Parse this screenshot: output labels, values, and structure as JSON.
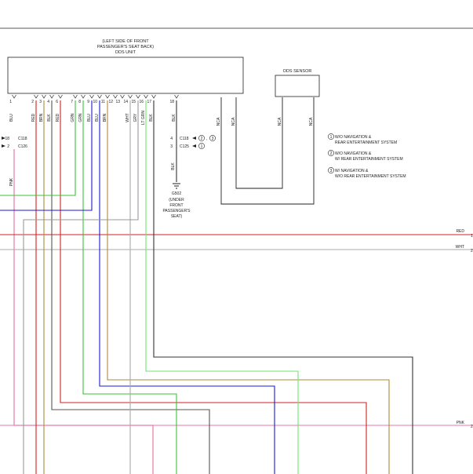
{
  "dds_unit": {
    "location": [
      "(LEFT SIDE OF FRONT",
      "PASSENGER'S SEAT BACK)"
    ],
    "name": "DDS UNIT"
  },
  "ods_sensor": {
    "name": "ODS SENSOR"
  },
  "pins": [
    {
      "num": "1",
      "wire": "BLU",
      "color": "#1a1ad6"
    },
    {
      "num": "2",
      "wire": "RED",
      "color": "#d42020"
    },
    {
      "num": "3",
      "wire": "BRN",
      "color": "#b08a3a"
    },
    {
      "num": "4",
      "wire": "BLK",
      "color": "#555555"
    },
    {
      "num": "6",
      "wire": "RED",
      "color": "#d42020"
    },
    {
      "num": "7",
      "wire": "GRN",
      "color": "#3ac23a"
    },
    {
      "num": "8",
      "wire": "GRN",
      "color": "#3ac23a"
    },
    {
      "num": "9",
      "wire": "BLU",
      "color": "#1a1ad6"
    },
    {
      "num": "10",
      "wire": "BLU",
      "color": "#1a1ad6"
    },
    {
      "num": "11",
      "wire": "BRN",
      "color": "#b08a3a"
    },
    {
      "num": "12",
      "wire": "",
      "color": "#888888"
    },
    {
      "num": "13",
      "wire": "",
      "color": "#888888"
    },
    {
      "num": "14",
      "wire": "WHT",
      "color": "#aaaaaa"
    },
    {
      "num": "15",
      "wire": "GRY",
      "color": "#999999"
    },
    {
      "num": "16",
      "wire": "LT GRN",
      "color": "#6de86d"
    },
    {
      "num": "17",
      "wire": "BLK",
      "color": "#333333"
    },
    {
      "num": "18",
      "wire": "BLK",
      "color": "#333333"
    }
  ],
  "nca": [
    "NCA",
    "NCA",
    "NCA",
    "NCA"
  ],
  "left_connector": {
    "pin_a": "18",
    "conn_a": "C118",
    "pin_b": "2",
    "conn_b": "C126",
    "wire": "PNK"
  },
  "right_connector": {
    "pin_a": "4",
    "conn_a": "C118",
    "ref_a": "2",
    "ref_a2": "3",
    "pin_b": "3",
    "conn_b": "C125",
    "ref_b": "1",
    "wire": "BLK"
  },
  "ground": {
    "name": "G502",
    "location": [
      "(UNDER",
      "FRONT",
      "PASSENGER'S",
      "SEAT)"
    ]
  },
  "legend": [
    {
      "ref": "1",
      "lines": [
        "W/O NAVIGATION &",
        "REAR ENTERTAINMENT SYSTEM"
      ]
    },
    {
      "ref": "2",
      "lines": [
        "W/O NAVIGATION &",
        "W/ REAR ENTERTAINMENT SYSTEM"
      ]
    },
    {
      "ref": "3",
      "lines": [
        "W/ NAVIGATION &",
        "W/O REAR ENTERTAINMENT SYSTEM"
      ]
    }
  ],
  "buses": [
    {
      "label": "RED",
      "num": "1",
      "color": "#d42020"
    },
    {
      "label": "WHT",
      "num": "2",
      "color": "#aaaaaa"
    },
    {
      "label": "PNK",
      "num": "2",
      "color": "#e87aa8"
    }
  ]
}
